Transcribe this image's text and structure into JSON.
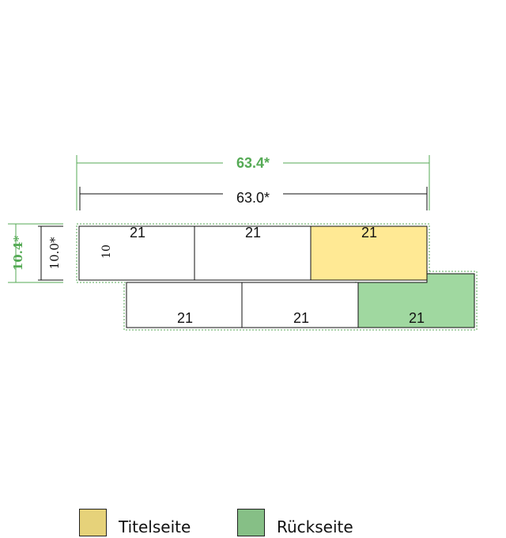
{
  "dimensions": {
    "outer_width": "63.4*",
    "inner_width": "63.0*",
    "outer_height": "10.4*",
    "inner_height": "10.0*"
  },
  "panels": {
    "top_row": [
      "21",
      "21",
      "21"
    ],
    "bottom_row": [
      "21",
      "21",
      "21"
    ],
    "height_marker": "10"
  },
  "legend": {
    "front": {
      "label": "Titelseite",
      "color": "#e6d27a"
    },
    "back": {
      "label": "Rückseite",
      "color": "#86bf86"
    }
  },
  "colors": {
    "front_fill": "#ffe994",
    "back_fill": "#a0d8a0",
    "outer_dim": "#55aa55",
    "inner_dim": "#111111"
  }
}
